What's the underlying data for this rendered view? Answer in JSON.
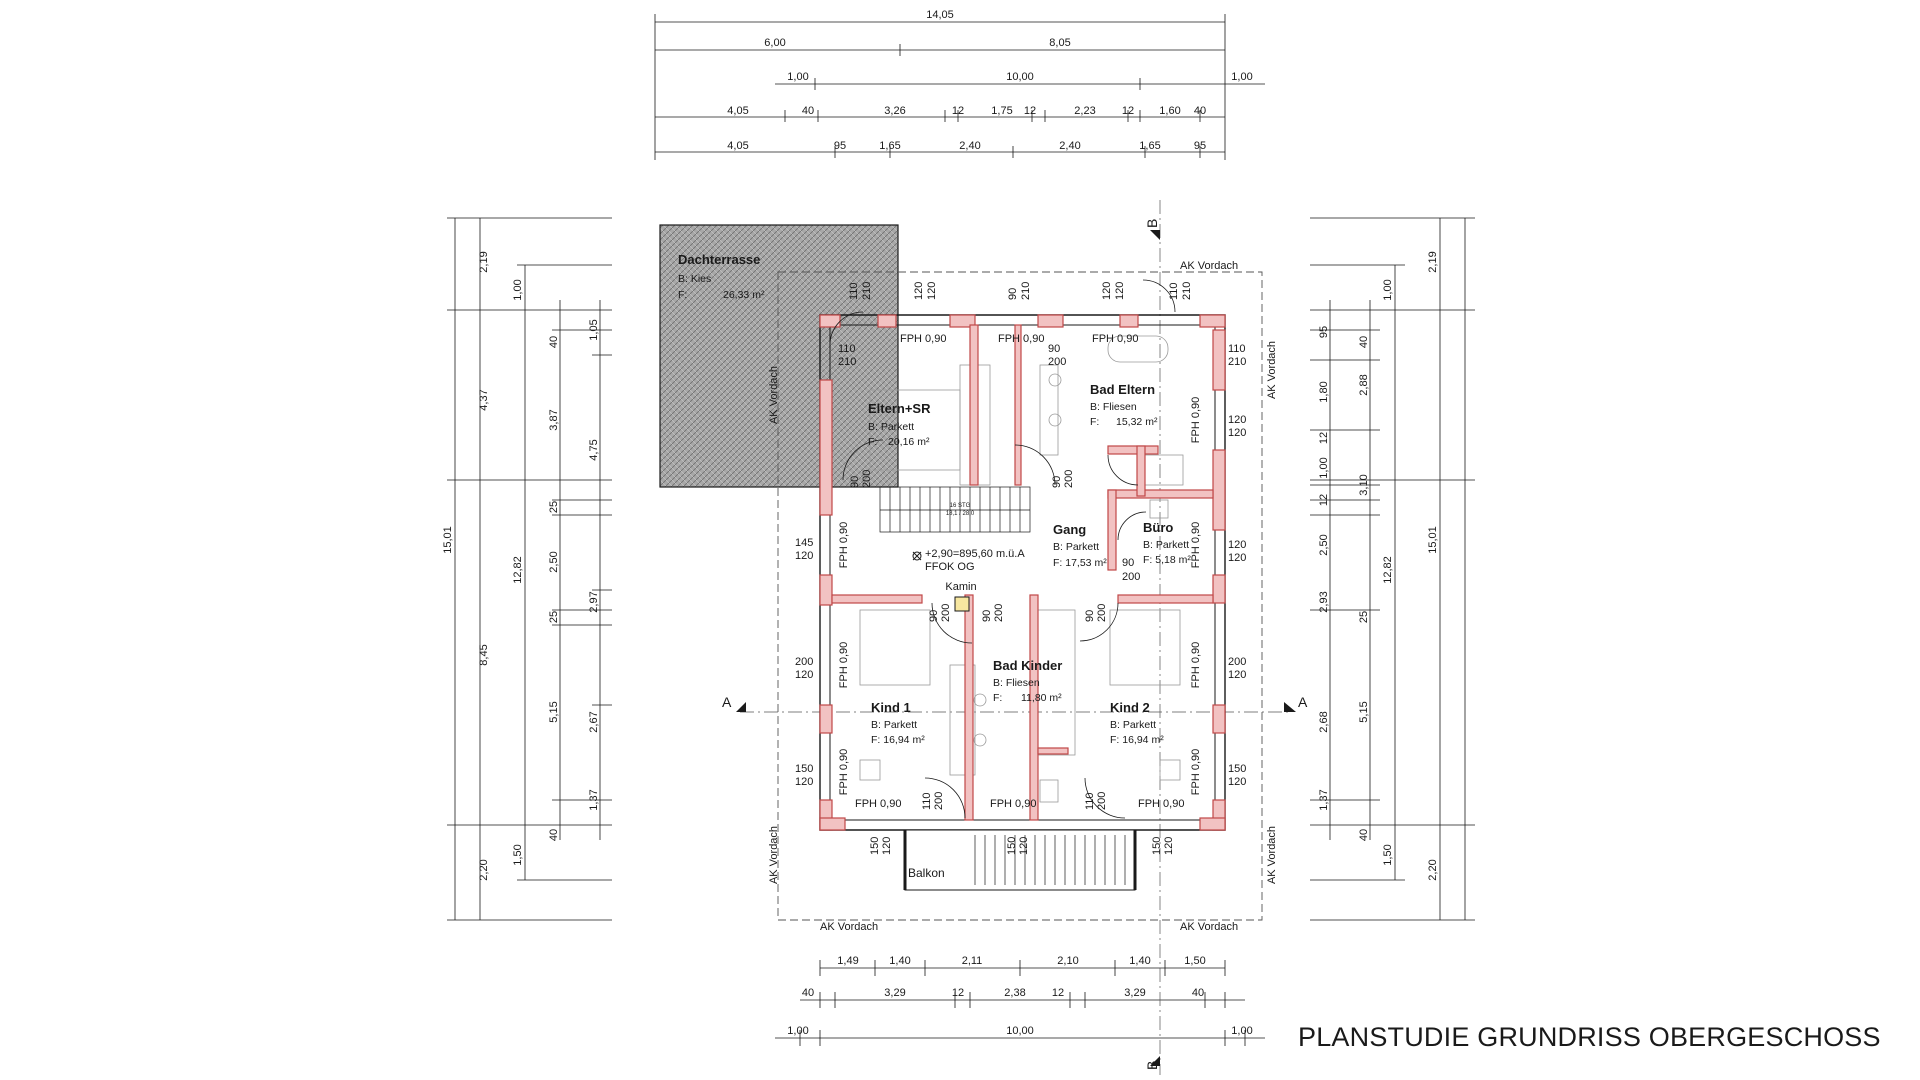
{
  "title": "PLANSTUDIE GRUNDRISS OBERGESCHOSS",
  "colors": {
    "wall_fill": "#f2c2c2",
    "wall_stroke": "#c04848",
    "terrace": "#9a9a9a",
    "line": "#1a1a1a"
  },
  "rooms": {
    "dachterrasse": {
      "name": "Dachterrasse",
      "floor": "B: Kies",
      "area_prefix": "F:",
      "area": "26,33 m²"
    },
    "eltern_sr": {
      "name": "Eltern+SR",
      "floor": "B: Parkett",
      "area_prefix": "F:",
      "area": "20,16 m²"
    },
    "bad_eltern": {
      "name": "Bad Eltern",
      "floor": "B: Fliesen",
      "area_prefix": "F:",
      "area": "15,32 m²"
    },
    "gang": {
      "name": "Gang",
      "floor": "B: Parkett",
      "area": "F: 17,53 m²"
    },
    "buero": {
      "name": "Büro",
      "floor": "B: Parkett",
      "area": "F: 5,18 m²"
    },
    "bad_kinder": {
      "name": "Bad Kinder",
      "floor": "B: Fliesen",
      "area_prefix": "F:",
      "area": "11,80 m²"
    },
    "kind1": {
      "name": "Kind 1",
      "floor": "B: Parkett",
      "area": "F: 16,94 m²"
    },
    "kind2": {
      "name": "Kind 2",
      "floor": "B: Parkett",
      "area": "F: 16,94 m²"
    },
    "balkon": {
      "name": "Balkon"
    }
  },
  "labels": {
    "ak_vordach": "AK Vordach",
    "kamin": "Kamin",
    "level": "+2,90=895,60 m.ü.A",
    "ffok": "FFOK OG",
    "fph": "FPH 0,90",
    "section_a": "A",
    "section_b": "B",
    "stair_label1": "16 STG",
    "stair_label2": "18,1 / 28,0"
  },
  "dims_top": {
    "row1": [
      "14,05"
    ],
    "row2": [
      "6,00",
      "8,05"
    ],
    "row3": [
      "1,00",
      "10,00",
      "1,00"
    ],
    "row4": [
      "4,05",
      "40",
      "3,26",
      "12",
      "1,75",
      "12",
      "2,23",
      "12",
      "1,60",
      "40"
    ],
    "row5": [
      "4,05",
      "95",
      "1,65",
      "2,40",
      "2,40",
      "1,65",
      "95"
    ]
  },
  "dims_bottom": {
    "row1": [
      "1,49",
      "1,40",
      "2,11",
      "2,10",
      "1,40",
      "1,50"
    ],
    "row2": [
      "40",
      "3,29",
      "12",
      "2,38",
      "12",
      "3,29",
      "40"
    ],
    "row3": [
      "1,00",
      "10,00",
      "1,00"
    ]
  },
  "dims_left": {
    "col1": [
      "15,01"
    ],
    "col2": [
      "2,19",
      "4,37",
      "8,45",
      "2,20"
    ],
    "col3": [
      "1,00",
      "12,82",
      "1,50"
    ],
    "col4": [
      "40",
      "3,87",
      "25",
      "2,50",
      "25",
      "5,15",
      "40"
    ],
    "col5": [
      "1,05",
      "4,75",
      "2,97",
      "2,67",
      "1,37"
    ]
  },
  "dims_right": {
    "col1": [
      "95",
      "1,80",
      "12",
      "1,00",
      "12",
      "2,50",
      "2,93",
      "2,68",
      "1,37"
    ],
    "col2": [
      "40",
      "2,88",
      "3,10",
      "25",
      "5,15",
      "40"
    ],
    "col3": [
      "1,00",
      "12,82",
      "1,50"
    ],
    "col4": [
      "2,19",
      "15,01",
      "2,20"
    ]
  },
  "openings": {
    "o1": [
      "110",
      "210"
    ],
    "o2": [
      "120",
      "120"
    ],
    "o3": [
      "90",
      "210"
    ],
    "o4": [
      "120",
      "120"
    ],
    "o5": [
      "110",
      "210"
    ],
    "o6": [
      "110",
      "210"
    ],
    "o7": [
      "90",
      "200"
    ],
    "o8": [
      "120",
      "120"
    ],
    "o9": [
      "120",
      "120"
    ],
    "o10": [
      "90",
      "200"
    ],
    "o11": [
      "145",
      "120"
    ],
    "o12": [
      "90",
      "200"
    ],
    "o13": [
      "90",
      "200"
    ],
    "o14": [
      "90",
      "200"
    ],
    "o15": [
      "90",
      "200"
    ],
    "o16": [
      "200",
      "120"
    ],
    "o17": [
      "200",
      "120"
    ],
    "o18": [
      "150",
      "120"
    ],
    "o19": [
      "150",
      "120"
    ],
    "o20": [
      "110",
      "200"
    ],
    "o21": [
      "110",
      "200"
    ],
    "o22": [
      "150",
      "120"
    ],
    "o23": [
      "150",
      "120"
    ],
    "o24": [
      "150",
      "120"
    ],
    "o25": [
      "90",
      "200"
    ]
  }
}
